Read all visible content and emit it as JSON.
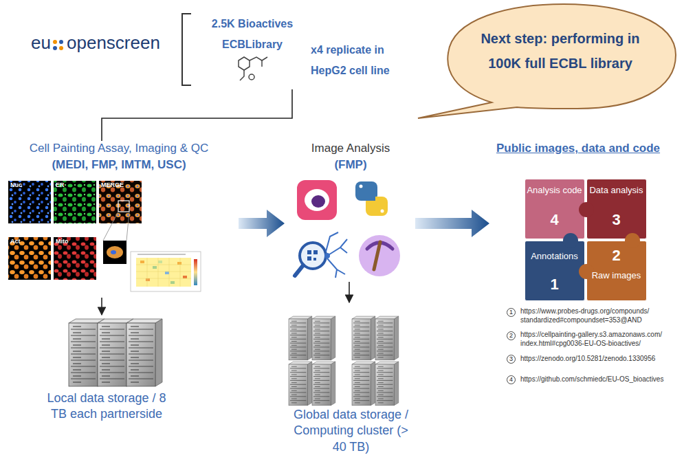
{
  "diagram": {
    "nodes": [
      {
        "text": [
          "2.5K Bioactives ECBLibrary",
          "x4 replicate in HepG2 cell line"
        ]
      },
      {
        "text": [
          "Next step: performing in 100K full ECBL library"
        ]
      },
      {
        "text": [
          "Cell Painting Assay, Imaging & QC",
          "(MEDI, FMP, IMTM, USC)"
        ]
      },
      {
        "text": [
          "Image Analysis",
          "(FMP)"
        ]
      },
      {
        "text": [
          "Public images, data and code"
        ]
      },
      {
        "text": [
          "Local data storage / 8 TB each partnerside"
        ]
      },
      {
        "text": [
          "Global data storage / Computing cluster (> 40 TB)"
        ]
      },
      {
        "text": [
          "Analysis code",
          "4"
        ],
        "in": 4
      },
      {
        "text": [
          "Data analysis",
          "3"
        ],
        "in": 4
      },
      {
        "text": [
          "Annotations",
          "1"
        ],
        "in": 4
      },
      {
        "text": [
          "Raw images",
          "2"
        ],
        "in": 4
      }
    ],
    "edges": [
      {
        "from": 0,
        "to": 2,
        "arrow": "none"
      },
      {
        "from": 2,
        "to": 3,
        "arrow": "to"
      },
      {
        "from": 3,
        "to": 4,
        "arrow": "to"
      },
      {
        "from": 2,
        "to": 5,
        "arrow": "to"
      },
      {
        "from": 3,
        "to": 6,
        "arrow": "to"
      }
    ],
    "labels": [
      "eu",
      "openscreen",
      "Nuc",
      "ER",
      "MERGE",
      "Act",
      "Mito",
      "1",
      "https://www.probes-drugs.org/compounds/ standardized#compoundset=353@AND",
      "2",
      "https://cellpainting-gallery.s3.amazonaws.com/ index.html#cpg0036-EU-OS-bioactives/",
      "3",
      "https://zenodo.org/10.5281/zenodo.1330956",
      "4",
      "https://github.com/schmiedc/EU-OS_bioactives"
    ]
  }
}
